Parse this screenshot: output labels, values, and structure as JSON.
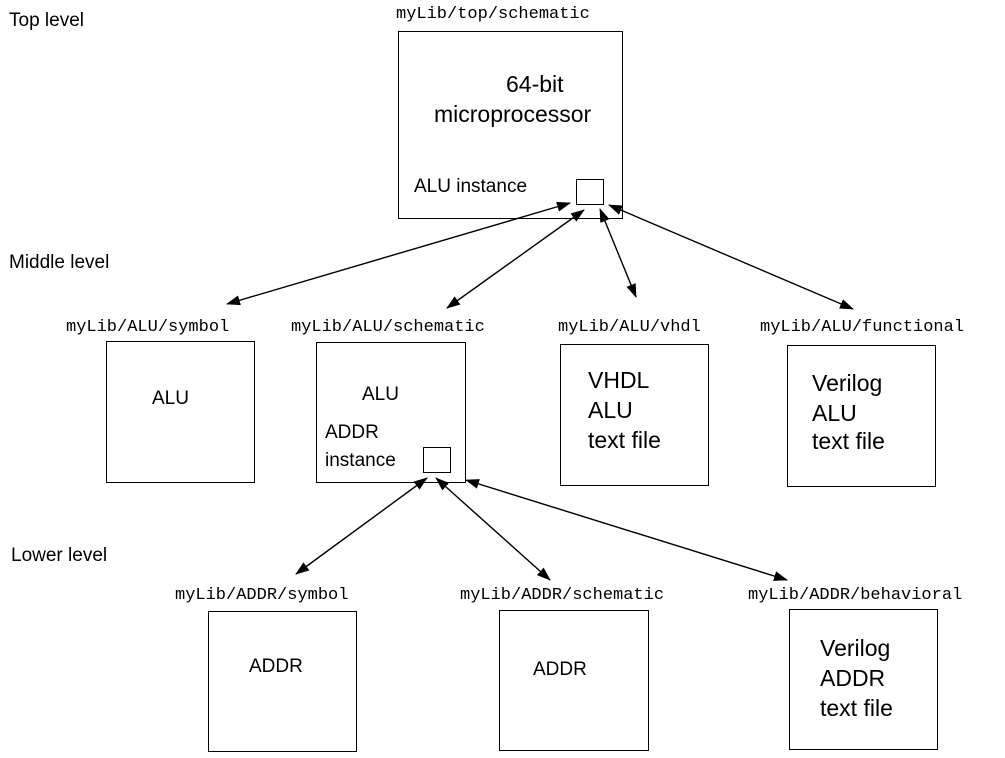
{
  "levels": {
    "top": "Top level",
    "middle": "Middle level",
    "lower": "Lower level"
  },
  "top": {
    "path": "myLib/top/schematic",
    "title_line1": "64-bit",
    "title_line2": "microprocessor",
    "instance_label": "ALU instance"
  },
  "middle": {
    "alu_symbol": {
      "path": "myLib/ALU/symbol",
      "text": "ALU"
    },
    "alu_schematic": {
      "path": "myLib/ALU/schematic",
      "text": "ALU",
      "instance_line1": "ADDR",
      "instance_line2": "instance"
    },
    "alu_vhdl": {
      "path": "myLib/ALU/vhdl",
      "line1": "VHDL",
      "line2": "ALU",
      "line3": "text file"
    },
    "alu_functional": {
      "path": "myLib/ALU/functional",
      "line1": "Verilog",
      "line2": "ALU",
      "line3": "text file"
    }
  },
  "lower": {
    "addr_symbol": {
      "path": "myLib/ADDR/symbol",
      "text": "ADDR"
    },
    "addr_schematic": {
      "path": "myLib/ADDR/schematic",
      "text": "ADDR"
    },
    "addr_behavioral": {
      "path": "myLib/ADDR/behavioral",
      "line1": "Verilog",
      "line2": "ADDR",
      "line3": "text file"
    }
  },
  "colors": {
    "line": "#000000",
    "background": "#ffffff"
  }
}
